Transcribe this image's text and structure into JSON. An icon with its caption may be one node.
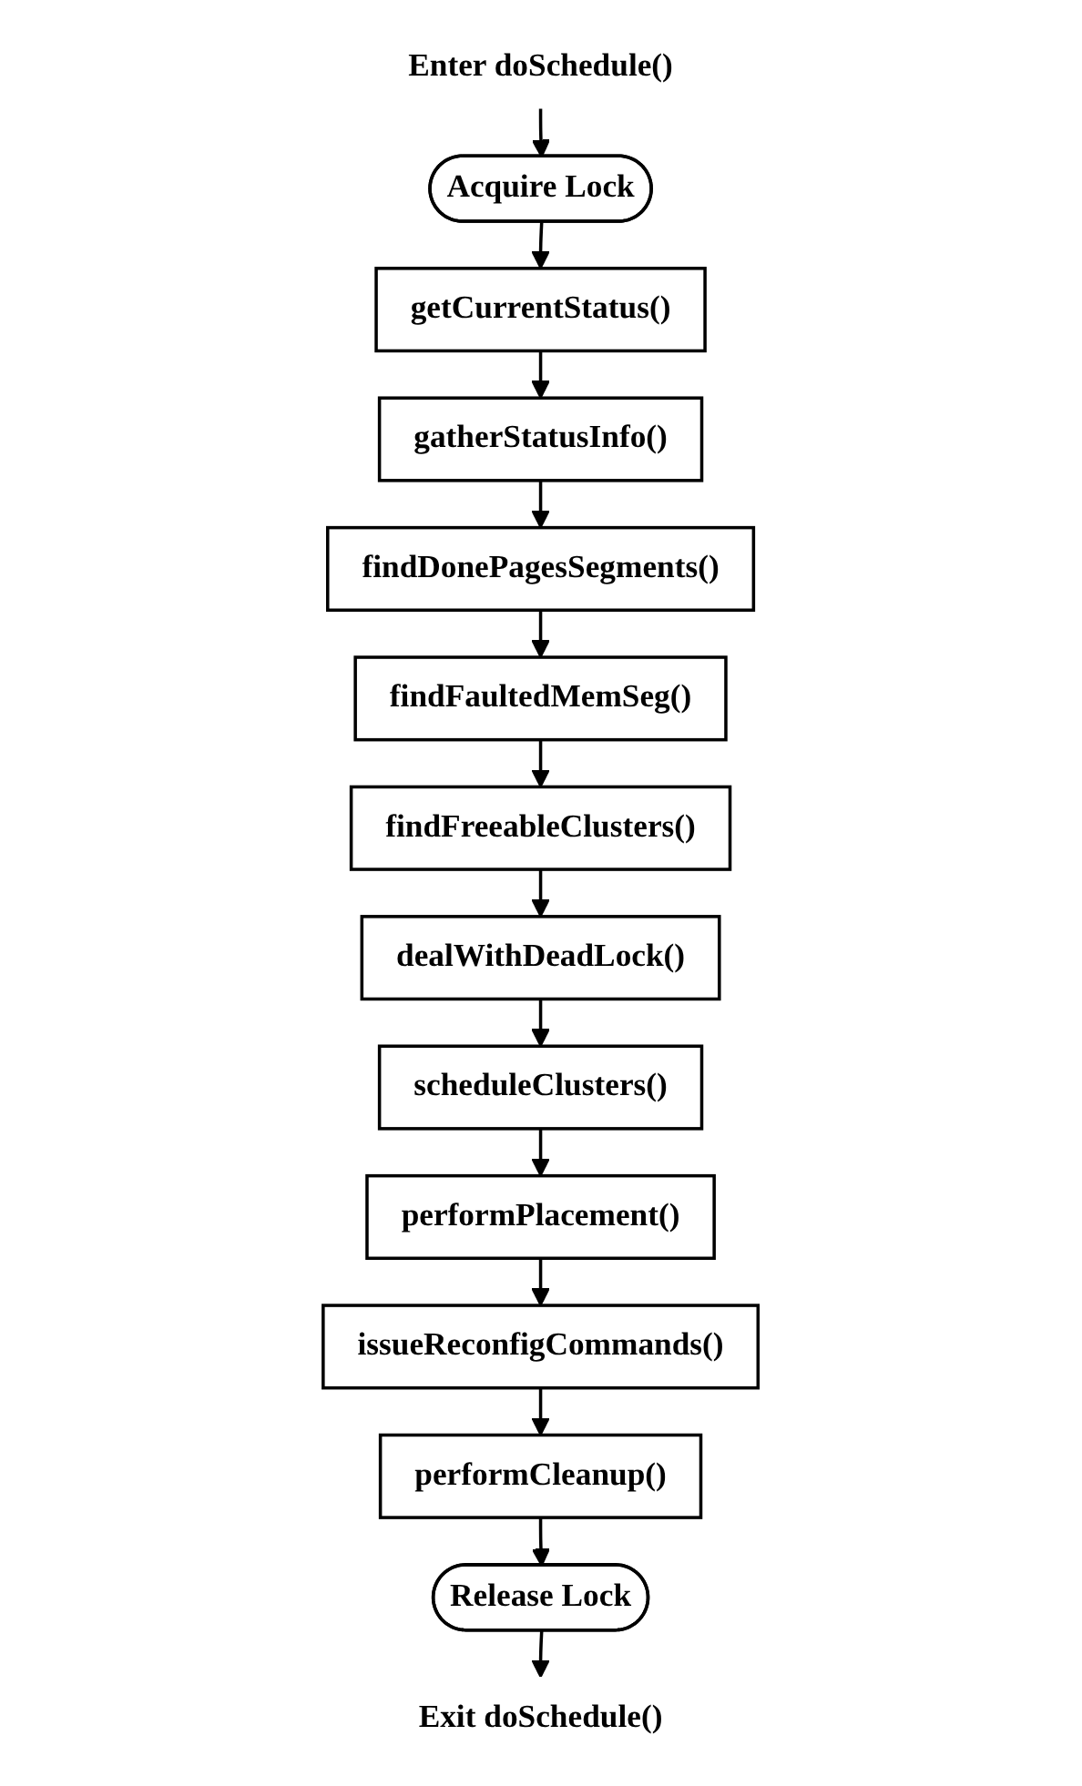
{
  "diagram": {
    "nodes": [
      {
        "text": [
          "Enter doSchedule()"
        ]
      },
      {
        "text": [
          "Acquire Lock"
        ]
      },
      {
        "text": [
          "getCurrentStatus()"
        ]
      },
      {
        "text": [
          "gatherStatusInfo()"
        ]
      },
      {
        "text": [
          "findDonePagesSegments()"
        ]
      },
      {
        "text": [
          "findFaultedMemSeg()"
        ]
      },
      {
        "text": [
          "findFreeableClusters()"
        ]
      },
      {
        "text": [
          "dealWithDeadLock()"
        ]
      },
      {
        "text": [
          "scheduleClusters()"
        ]
      },
      {
        "text": [
          "performPlacement()"
        ]
      },
      {
        "text": [
          "issueReconfigCommands()"
        ]
      },
      {
        "text": [
          "performCleanup()"
        ]
      },
      {
        "text": [
          "Release Lock"
        ]
      },
      {
        "text": [
          "Exit doSchedule()"
        ]
      }
    ],
    "edges": [
      {
        "from": 0,
        "to": 1,
        "arrow": "to"
      },
      {
        "from": 1,
        "to": 2,
        "arrow": "to"
      },
      {
        "from": 2,
        "to": 3,
        "arrow": "to"
      },
      {
        "from": 3,
        "to": 4,
        "arrow": "to"
      },
      {
        "from": 4,
        "to": 5,
        "arrow": "to"
      },
      {
        "from": 5,
        "to": 6,
        "arrow": "to"
      },
      {
        "from": 6,
        "to": 7,
        "arrow": "to"
      },
      {
        "from": 7,
        "to": 8,
        "arrow": "to"
      },
      {
        "from": 8,
        "to": 9,
        "arrow": "to"
      },
      {
        "from": 9,
        "to": 10,
        "arrow": "to"
      },
      {
        "from": 10,
        "to": 11,
        "arrow": "to"
      },
      {
        "from": 11,
        "to": 12,
        "arrow": "to"
      },
      {
        "from": 12,
        "to": 13,
        "arrow": "to"
      }
    ]
  }
}
